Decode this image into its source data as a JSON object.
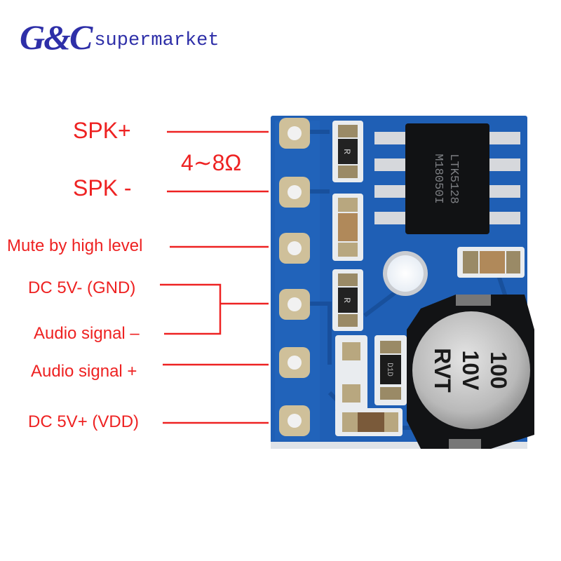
{
  "brand": {
    "mark": "G&C",
    "sub": "supermarket"
  },
  "pins": [
    {
      "label": "SPK+"
    },
    {
      "label": "SPK -"
    },
    {
      "label": "Mute by high level"
    },
    {
      "label": "DC 5V-  (GND)"
    },
    {
      "label": "Audio signal –"
    },
    {
      "label": "Audio signal +"
    },
    {
      "label": "DC 5V+ (VDD)"
    }
  ],
  "impedance": "4∼8Ω",
  "chip": {
    "line1": "LTK5128",
    "line2": "M18050I"
  },
  "capacitor": {
    "line1": "100",
    "line2": "10V",
    "line3": "RVT"
  },
  "resistor_marks": [
    "R",
    "R"
  ],
  "diode_mark": "D1D",
  "colors": {
    "label": "#ee2222",
    "brand": "#2e2fa8",
    "pcb": "#1f5fb5",
    "pcb_dark": "#174c96",
    "pad": "#c9b68a"
  }
}
